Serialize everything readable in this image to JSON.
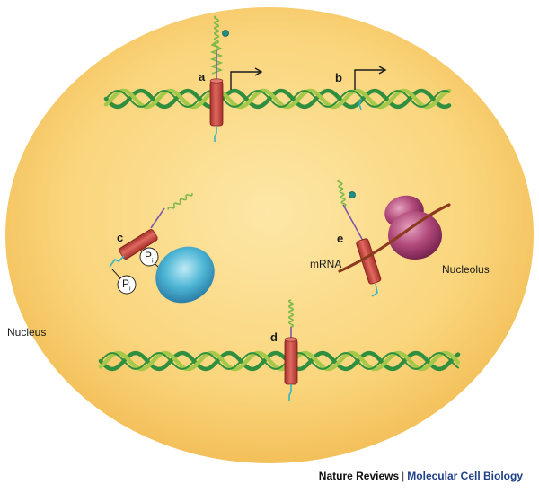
{
  "labels": {
    "panel_a": "a",
    "panel_b": "b",
    "panel_c": "c",
    "panel_d": "d",
    "panel_e": "e",
    "nucleus": "Nucleus",
    "nucleolus": "Nucleolus",
    "mrna": "mRNA",
    "phospho_1": "P",
    "phospho_1_sub": "i",
    "phospho_2": "P",
    "phospho_2_sub": "i"
  },
  "credit": {
    "publisher": "Nature Reviews",
    "separator": "|",
    "journal": "Molecular Cell Biology"
  },
  "colors": {
    "nucleus_fill": "#f9cf6a",
    "nucleus_center": "#fde7a6",
    "dna_strand_a": "#2f8f3e",
    "dna_strand_b": "#a6c84a",
    "cylinder": "#c9423e",
    "coil": "#7db84a",
    "linker": "#7a5aa8",
    "tail": "#3ab3c4",
    "ribosome": "#9c3a66",
    "oval": "#3aa6c9",
    "mrna": "#8c3a1e"
  }
}
